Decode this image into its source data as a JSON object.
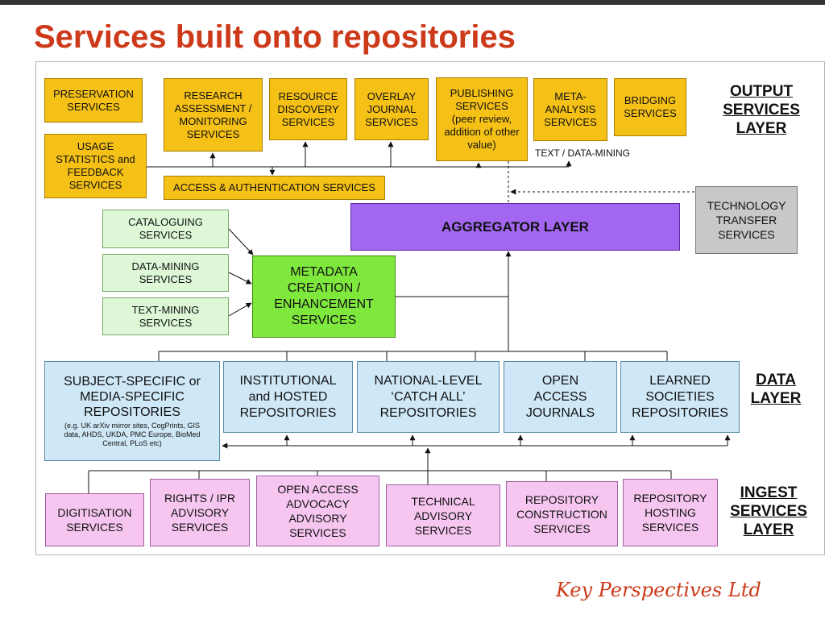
{
  "title": "Services built onto repositories",
  "output_layer": {
    "label": "OUTPUT\nSERVICES\nLAYER",
    "preservation": "PRESERVATION\nSERVICES",
    "research_assessment": "RESEARCH\nASSESSMENT /\nMONITORING\nSERVICES",
    "resource_discovery": "RESOURCE\nDISCOVERY\nSERVICES",
    "overlay_journal": "OVERLAY\nJOURNAL\nSERVICES",
    "publishing": "PUBLISHING\nSERVICES\n(peer review,\naddition of other\nvalue)",
    "meta_analysis": "META-\nANALYSIS\nSERVICES",
    "bridging": "BRIDGING\nSERVICES",
    "usage_statistics": "USAGE\nSTATISTICS and\nFEEDBACK\nSERVICES",
    "access_auth": "ACCESS & AUTHENTICATION SERVICES",
    "text_data_mining_note": "TEXT / DATA-MINING"
  },
  "middle": {
    "technology_transfer": "TECHNOLOGY\nTRANSFER\nSERVICES",
    "aggregator": "AGGREGATOR LAYER",
    "cataloguing": "CATALOGUING\nSERVICES",
    "data_mining": "DATA-MINING\nSERVICES",
    "text_mining": "TEXT-MINING\nSERVICES",
    "metadata": "METADATA\nCREATION /\nENHANCEMENT\nSERVICES"
  },
  "data_layer": {
    "label": "DATA\nLAYER",
    "subject_specific": "SUBJECT-SPECIFIC or\nMEDIA-SPECIFIC\nREPOSITORIES",
    "subject_specific_note": "(e.g. UK arXiv mirror sites, CogPrints, GIS\ndata, AHDS, UKDA, PMC Europe, BioMed\nCentral, PLoS etc)",
    "institutional": "INSTITUTIONAL\nand HOSTED\nREPOSITORIES",
    "national": "NATIONAL-LEVEL\n‘CATCH ALL’\nREPOSITORIES",
    "open_access_journals": "OPEN\nACCESS\nJOURNALS",
    "learned_societies": "LEARNED\nSOCIETIES\nREPOSITORIES"
  },
  "ingest_layer": {
    "label": "INGEST\nSERVICES\nLAYER",
    "digitisation": "DIGITISATION\nSERVICES",
    "rights_ipr": "RIGHTS / IPR\nADVISORY\nSERVICES",
    "open_access_advocacy": "OPEN ACCESS\nADVOCACY\nADVISORY\nSERVICES",
    "technical_advisory": "TECHNICAL\nADVISORY\nSERVICES",
    "repository_construction": "REPOSITORY\nCONSTRUCTION\nSERVICES",
    "repository_hosting": "REPOSITORY\nHOSTING\nSERVICES"
  },
  "footer": "Key Perspectives Ltd",
  "colors": {
    "title": "#cc3a1a",
    "output": "#f5c116",
    "aggregator": "#a266f0",
    "metadata": "#7fe83c",
    "data": "#cfe8f7",
    "ingest": "#f6c6f1",
    "technology": "#c8c8c8"
  }
}
